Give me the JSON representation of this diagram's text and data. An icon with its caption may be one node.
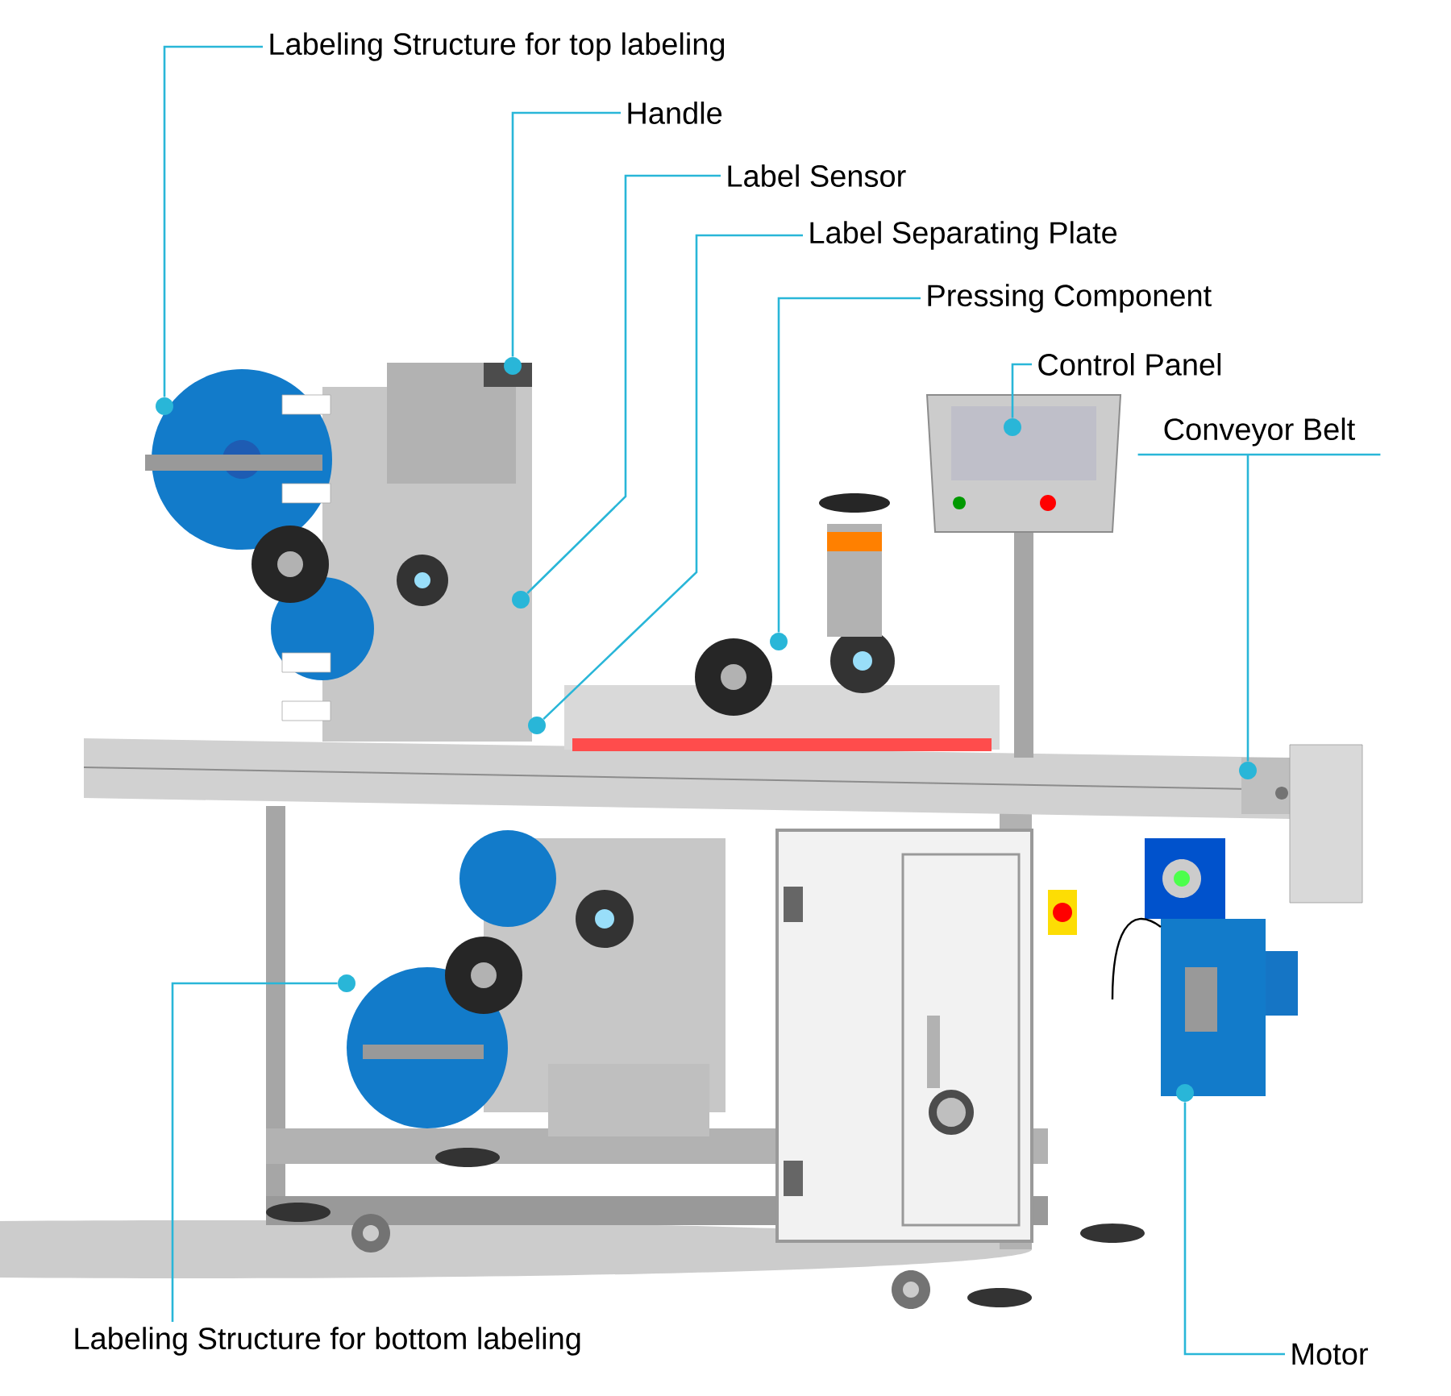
{
  "diagram": {
    "nodes": [
      {
        "text": [
          "Labeling Structure for top labeling"
        ]
      },
      {
        "text": [
          "Handle"
        ]
      },
      {
        "text": [
          "Label Sensor"
        ]
      },
      {
        "text": [
          "Label Separating Plate"
        ]
      },
      {
        "text": [
          "Pressing Component"
        ]
      },
      {
        "text": [
          "Control Panel"
        ]
      },
      {
        "text": [
          "Conveyor Belt"
        ]
      },
      {
        "text": [
          "Labeling Structure for bottom labeling"
        ]
      },
      {
        "text": [
          "Motor"
        ]
      },
      {
        "text": [],
        "shape": "circle"
      },
      {
        "text": [],
        "shape": "circle"
      },
      {
        "text": [],
        "shape": "circle"
      },
      {
        "text": [],
        "shape": "circle"
      },
      {
        "text": [],
        "shape": "circle"
      },
      {
        "text": [],
        "shape": "circle"
      },
      {
        "text": [],
        "shape": "circle"
      },
      {
        "text": [],
        "shape": "circle"
      },
      {
        "text": [],
        "shape": "circle"
      }
    ],
    "edges": [
      {
        "from": 0,
        "to": 9,
        "arrow": "none"
      },
      {
        "from": 1,
        "to": 11,
        "arrow": "none"
      },
      {
        "from": 2,
        "to": 12,
        "arrow": "none"
      },
      {
        "from": 3,
        "to": 13,
        "arrow": "none"
      },
      {
        "from": 4,
        "to": 14,
        "arrow": "none"
      },
      {
        "from": 5,
        "to": 15,
        "arrow": "none"
      },
      {
        "from": 6,
        "to": 17,
        "arrow": "none"
      },
      {
        "from": 7,
        "to": 10,
        "arrow": "none"
      },
      {
        "from": 8,
        "to": 16,
        "arrow": "none"
      }
    ]
  }
}
